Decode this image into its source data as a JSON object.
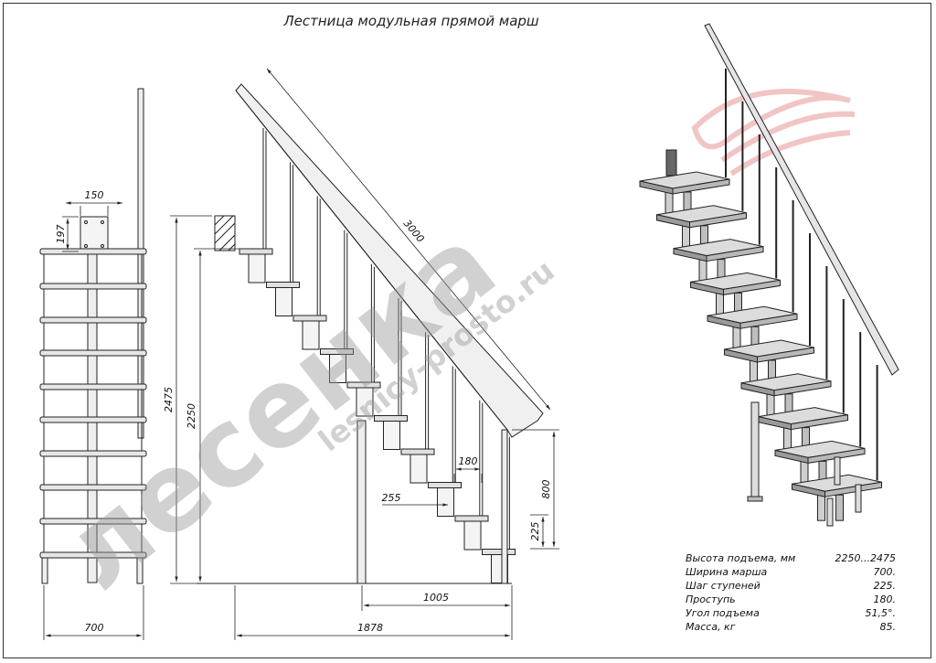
{
  "title": "Лестница модульная прямой марш",
  "front_view": {
    "width_dim": "700",
    "plate_width_dim": "150",
    "plate_height_dim": "197"
  },
  "side_view": {
    "rail_length_dim": "3000",
    "height_total_dim": "2475",
    "height_rise_dim": "2250",
    "length_total_dim": "1878",
    "length_part_dim": "1005",
    "going_dim": "180",
    "tread_dim": "255",
    "post_height_dim": "800",
    "step_rise_dim": "225"
  },
  "watermark": {
    "text_main": "лесенка",
    "text_url": "lesnicy-prosto.ru"
  },
  "specs": [
    {
      "label": "Высота подъема, мм",
      "value": "2250...2475"
    },
    {
      "label": "Ширина марша",
      "value": "700."
    },
    {
      "label": "Шаг ступеней",
      "value": "225."
    },
    {
      "label": "Проступь",
      "value": "180."
    },
    {
      "label": "Угол подъема",
      "value": "51,5°."
    },
    {
      "label": "Масса, кг",
      "value": "85."
    }
  ],
  "colors": {
    "line": "#222222",
    "tread_fill": "#d9d9d9",
    "logo_red": "#e8a0a0"
  }
}
